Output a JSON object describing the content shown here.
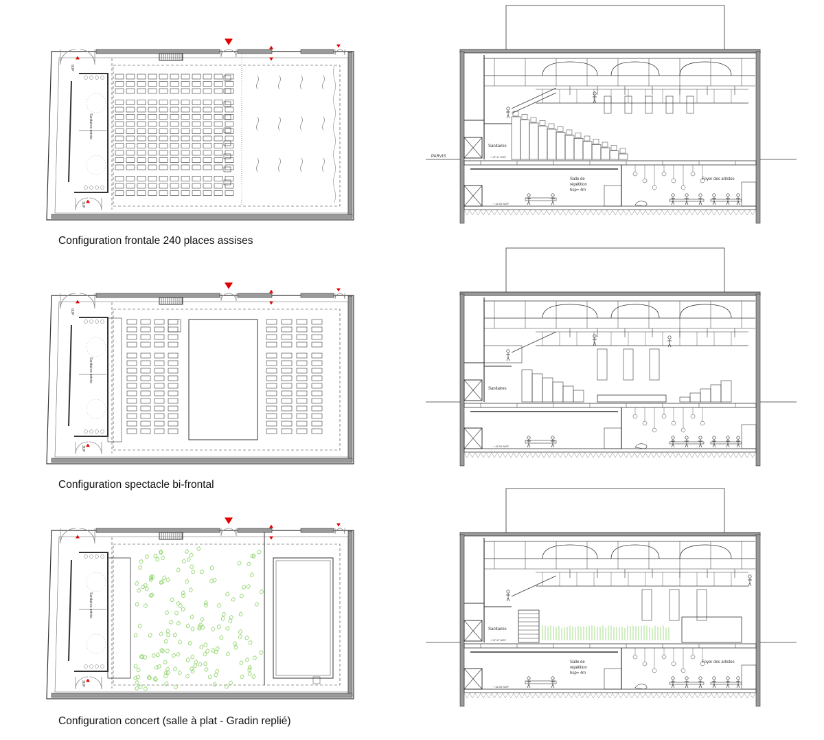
{
  "colors": {
    "line": "#333333",
    "accent_red": "#e00000",
    "crowd_green": "#8fd46a",
    "wall_fill": "#9a9a9a"
  },
  "configurations": [
    {
      "caption": "Configuration frontale 240 places assises",
      "plan": {
        "layout": "frontal",
        "exit_top": "6UP",
        "exit_bottom": "3UP",
        "toilets": "Sanitaires entrée"
      },
      "section": {
        "layout": "frontal",
        "ground": "PARVIS",
        "toilets": "Sanitaires",
        "level_upper": "+ 47.17 NGF",
        "level_lower": "+ 42.51 NGF",
        "rehearsal": [
          "Salle de",
          "répétition",
          "hsp= 4m"
        ],
        "foyer": "Foyer des artistes"
      }
    },
    {
      "caption": "Configuration spectacle bi-frontal",
      "plan": {
        "layout": "bifrontal",
        "exit_top": "6UP",
        "exit_bottom": "3UP",
        "toilets": "Sanitaires entrée"
      },
      "section": {
        "layout": "bifrontal",
        "toilets": "Sanitaires",
        "level_lower": "+ 42.51 NGF"
      }
    },
    {
      "caption": "Configuration concert (salle à plat - Gradin replié)",
      "plan": {
        "layout": "concert",
        "exit_bottom": "3UP",
        "toilets": "Sanitaires entrée"
      },
      "section": {
        "layout": "concert",
        "toilets": "Sanitaires",
        "level_upper": "+ 47.17 NGF",
        "level_lower": "+ 42.51 NGF",
        "rehearsal": [
          "Salle de",
          "répétition",
          "hsp= 4m"
        ],
        "foyer": "Foyer des artistes"
      }
    }
  ]
}
